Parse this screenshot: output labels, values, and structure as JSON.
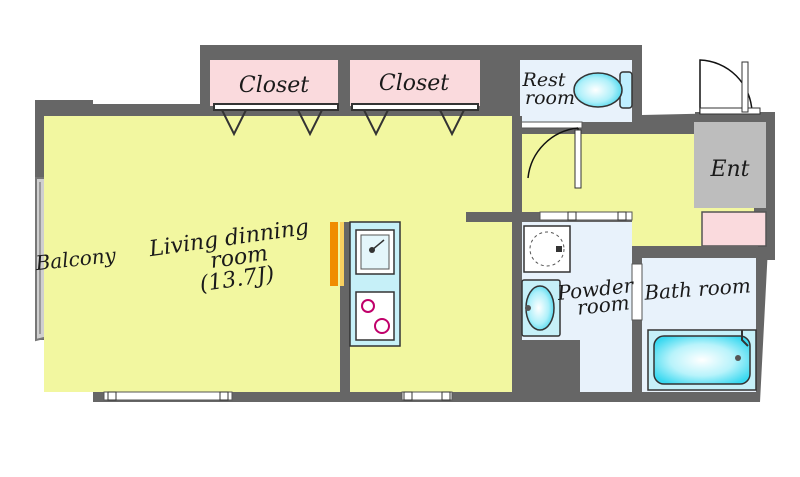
{
  "labels": {
    "closet_left": "Closet",
    "closet_right": "Closet",
    "rest_room_line1": "Rest",
    "rest_room_line2": "room",
    "entrance": "Ent",
    "balcony": "Balcony",
    "living_line1": "Living dinning",
    "living_line2": "room",
    "living_line3": "(13.7J)",
    "powder_line1": "Powder",
    "powder_line2": "room",
    "bath_room": "Bath room"
  },
  "colors": {
    "wall": "#666666",
    "living_floor": "#f2f7a0",
    "closet_floor": "#fadadd",
    "wet_area_floor": "#e8f2fb",
    "entrance_floor": "#bdbdbd",
    "balcony_floor": "#cfcfcf",
    "kitchen_counter": "#c6f0f8",
    "kitchen_stripe": "#f08c00",
    "door_swing": "#111111"
  },
  "icons": {
    "toilet": "toilet-icon",
    "kitchen_sink": "sink-icon",
    "stove": "stove-icon",
    "washing_machine": "washing-machine-icon",
    "wash_basin": "wash-basin-icon",
    "bathtub": "bathtub-icon",
    "shoe_cabinet": "shoe-cabinet"
  }
}
